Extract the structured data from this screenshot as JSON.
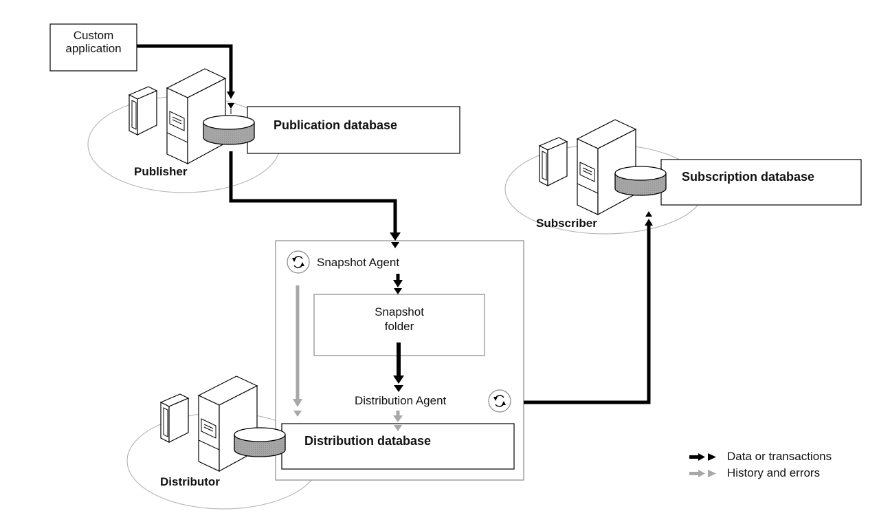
{
  "diagram": {
    "custom_app": {
      "line1": "Custom",
      "line2": "application"
    },
    "publisher": {
      "label": "Publisher",
      "db_label": "Publication database"
    },
    "subscriber": {
      "label": "Subscriber",
      "db_label": "Subscription database"
    },
    "distributor": {
      "label": "Distributor",
      "db_label": "Distribution database",
      "snapshot_agent": "Snapshot Agent",
      "snapshot_folder": {
        "line1": "Snapshot",
        "line2": "folder"
      },
      "distribution_agent": "Distribution Agent"
    },
    "legend": {
      "items": [
        {
          "label": "Data or transactions",
          "color": "#000000"
        },
        {
          "label": "History and errors",
          "color": "#a8a8a8"
        }
      ]
    },
    "colors": {
      "data_flow": "#000000",
      "history_flow": "#a8a8a8",
      "ellipse": "#b8b8b8",
      "db_fill": "#9a9a9a"
    }
  }
}
